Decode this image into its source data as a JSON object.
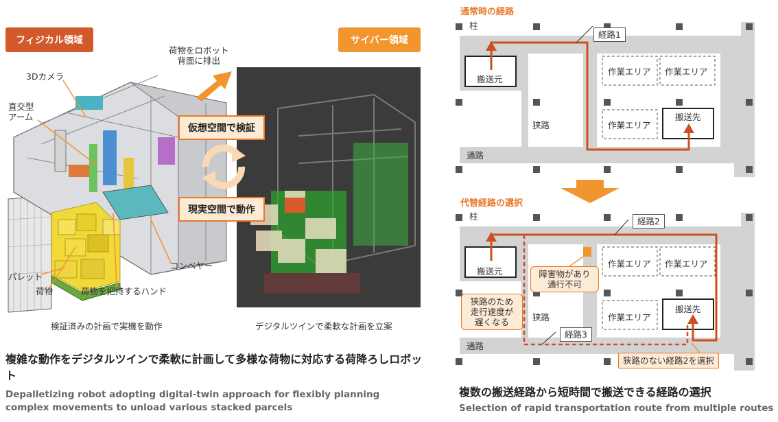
{
  "left_panel": {
    "physical_tag": "フィジカル領域",
    "cyber_tag": "サイバー領域",
    "labels": {
      "camera": "3Dカメラ",
      "arm": "直交型\nアーム",
      "eject": "荷物をロボット\n背面に排出",
      "conveyor": "コンベヤー",
      "pallet": "パレット",
      "parcel": "荷物",
      "hand": "荷物を把持するハンド"
    },
    "verify_box": "仮想空間で検証",
    "operate_box": "現実空間で動作",
    "caption_physical": "検証済みの計画で実機を動作",
    "caption_cyber": "デジタルツインで柔軟な計画を立案",
    "title_jp": "複雑な動作をデジタルツインで柔軟に計画して多様な荷物に対応する荷降ろしロボット",
    "title_en": "Depalletizing robot adopting digital-twin approach for flexibly planning complex movements to unload various stacked parcels"
  },
  "right_panel": {
    "normal_title": "通常時の経路",
    "alt_title": "代替経路の選択",
    "pillar": "柱",
    "aisle": "通路",
    "narrow": "狭路",
    "source": "搬送元",
    "dest": "搬送先",
    "work_area": "作業エリア",
    "route1": "経路1",
    "route2": "経路2",
    "route3": "経路3",
    "obstacle_note": "障害物があり\n通行不可",
    "narrow_note": "狭路のため\n走行速度が\n遅くなる",
    "choose_note": "狭路のない経路2を選択",
    "title_jp": "複数の搬送経路から短時間で搬送できる経路の選択",
    "title_en": "Selection of rapid transportation route from multiple routes"
  },
  "colors": {
    "accent_dark": "#d2592a",
    "accent_light": "#f2952f",
    "route": "#c9511f",
    "floor": "#d3d3d3"
  }
}
